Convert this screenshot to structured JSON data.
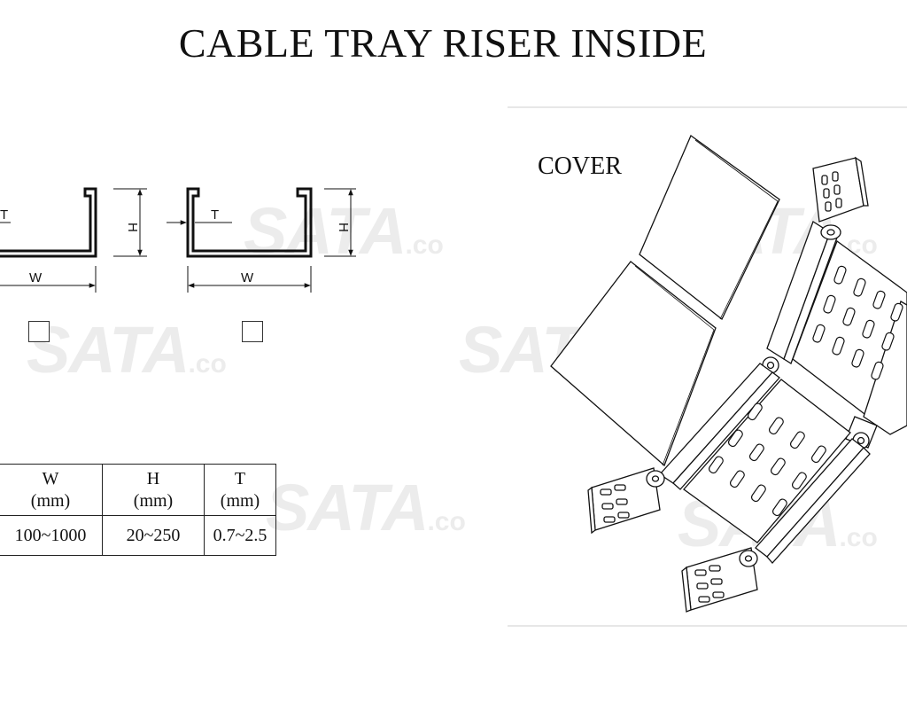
{
  "title": "CABLE TRAY RISER INSIDE",
  "watermark": {
    "brand": "SATA",
    "suffix": ".co"
  },
  "profiles": {
    "left": {
      "w_label": "W",
      "h_label": "H",
      "t_label": "T"
    },
    "right": {
      "w_label": "W",
      "h_label": "H",
      "t_label": "T"
    }
  },
  "cover_label": "COVER",
  "spec_table": {
    "headers": [
      {
        "name": "W",
        "unit": "(mm)"
      },
      {
        "name": "H",
        "unit": "(mm)"
      },
      {
        "name": "T",
        "unit": "(mm)"
      }
    ],
    "values": [
      "100~1000",
      "20~250",
      "0.7~2.5"
    ]
  },
  "colors": {
    "line": "#111111",
    "watermark": "#ececec",
    "frame": "#cfcfcf"
  }
}
